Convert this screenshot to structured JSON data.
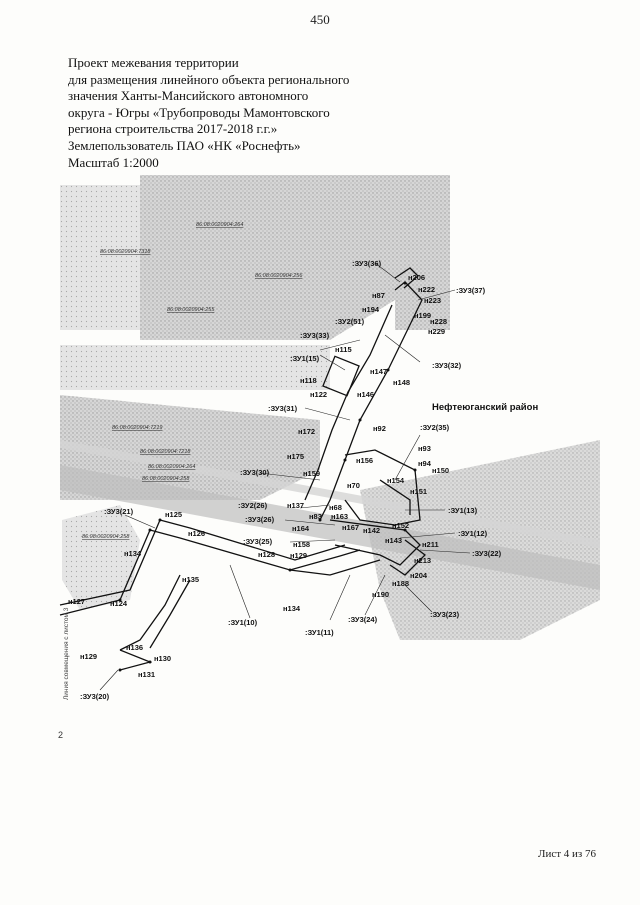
{
  "page_number": "450",
  "title_lines": [
    "Проект межевания территории",
    "для размещения линейного объекта регионального",
    "значения Ханты-Мансийского автономного",
    "округа - Югры «Трубопроводы Мамонтовского",
    "региона строительства 2017-2018 г.г.»",
    "Землепользователь ПАО «НК «Роснефть»",
    "Масштаб 1:2000"
  ],
  "district_label": "Нефтеюганский район",
  "side_note": "Линия совмещения с листом 3",
  "note_mark": "2",
  "sheet_label": "Лист 4 из 76",
  "colors": {
    "ink": "#111111",
    "terrain": "#b8b8b8"
  },
  "cadastral_labels": [
    "86:08:0020904:264",
    "86:08:0020904:7318",
    "86:08:0020904:256",
    "86:08:0020904:255",
    "86:08:0020904:7219",
    "86:08:0020904:7218",
    "86:08:0020904:264",
    "86:08:0020904:258",
    "86:08:0020904:258"
  ],
  "parcel_labels": [
    ":ЗУ3(36)",
    ":ЗУ3(37)",
    ":ЗУ2(51)",
    ":ЗУ3(33)",
    ":ЗУ1(15)",
    ":ЗУ3(32)",
    ":ЗУ3(31)",
    ":ЗУ2(35)",
    ":ЗУ3(30)",
    ":ЗУ1(13)",
    ":ЗУ2(26)",
    ":ЗУ3(26)",
    ":ЗУ1(12)",
    ":ЗУ3(25)",
    ":ЗУ3(22)",
    ":ЗУ3(21)",
    ":ЗУ1(10)",
    ":ЗУ1(11)",
    ":ЗУ3(24)",
    ":ЗУ3(23)",
    ":ЗУ3(20)"
  ],
  "point_labels": [
    "н206",
    "н222",
    "н87",
    "н223",
    "н194",
    "н199",
    "н228",
    "н229",
    "н115",
    "н147",
    "н118",
    "н148",
    "н122",
    "н146",
    "н172",
    "н92",
    "н93",
    "н94",
    "н175",
    "н156",
    "н150",
    "н159",
    "н70",
    "н154",
    "н151",
    "н137",
    "н68",
    "н83",
    "н163",
    "н152",
    "н164",
    "н167",
    "н142",
    "н143",
    "н211",
    "н158",
    "н213",
    "н128",
    "н129",
    "н204",
    "н188",
    "н190",
    "н125",
    "н126",
    "н134",
    "н135",
    "н134",
    "н127",
    "н124",
    "н136",
    "н129",
    "н130",
    "н131"
  ]
}
